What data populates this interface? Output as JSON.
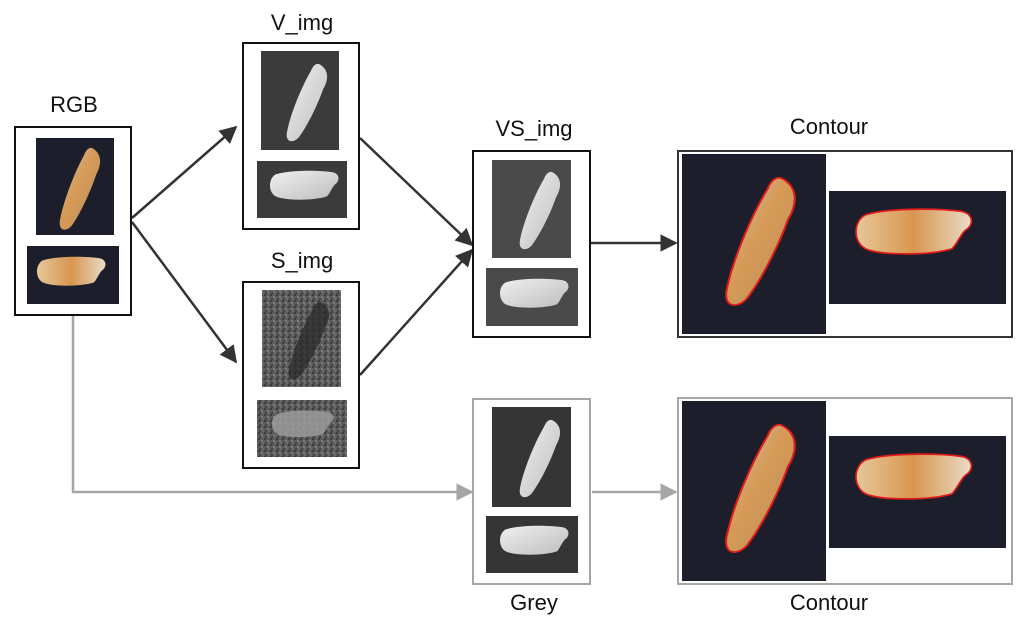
{
  "labels": {
    "rgb": "RGB",
    "v_img": "V_img",
    "s_img": "S_img",
    "vs_img": "VS_img",
    "contour_top": "Contour",
    "grey": "Grey",
    "contour_bottom": "Contour"
  },
  "colors": {
    "dark_arrow": "#333333",
    "grey_arrow": "#a6a6a6",
    "box_border": "#111111",
    "grey_box_border": "#a6a6a6",
    "photo_background": "#1c1f2b",
    "grey_background": "#353535",
    "contour_line": "#e11a1a",
    "grain_tan": "#d8a46a",
    "grain_grey": "#e2e2e2"
  },
  "icons": {
    "arrow_head": "triangle-arrowhead",
    "grain": "rice-grain"
  }
}
